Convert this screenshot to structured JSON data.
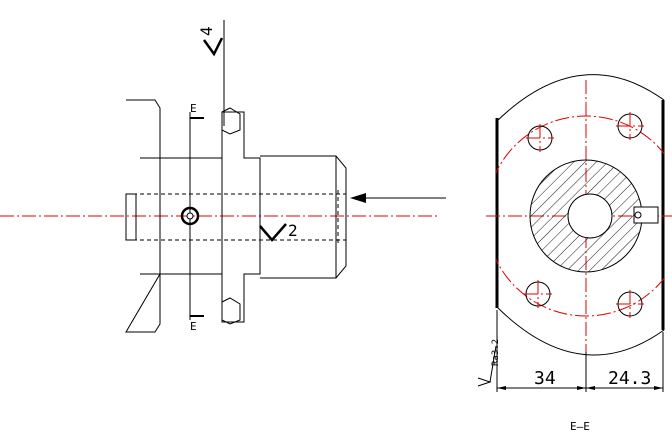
{
  "side_view": {
    "surface_finish_top": "4",
    "surface_finish_mid": "2",
    "section_label_top": "E",
    "section_label_bottom": "E"
  },
  "section_view": {
    "roughness_note": "Ra3.2",
    "dim_left": "34",
    "dim_right": "24.3",
    "caption": "E—E"
  }
}
